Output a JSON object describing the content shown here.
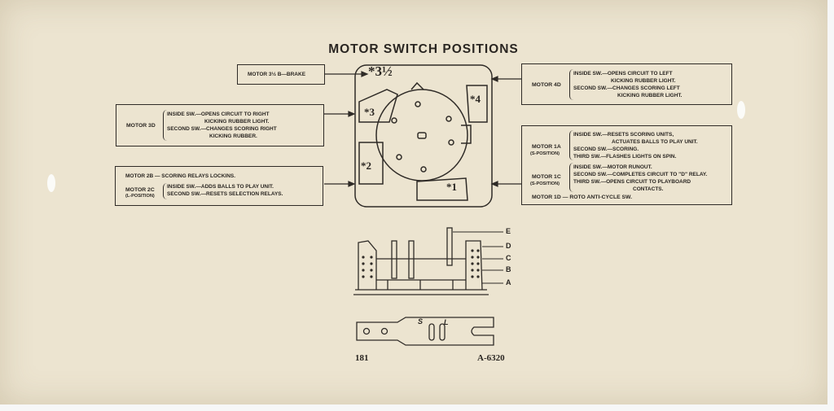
{
  "title": "MOTOR SWITCH POSITIONS",
  "positions": {
    "p35": "*3½",
    "p4": "*4",
    "p3": "*3",
    "p2": "*2",
    "p1": "*1"
  },
  "boxes": {
    "brake": "MOTOR 3½ B—BRAKE",
    "m3d": {
      "label": "MOTOR 3D",
      "lines": [
        "INSIDE SW.—OPENS CIRCUIT TO RIGHT",
        "KICKING RUBBER LIGHT.",
        "SECOND SW.—CHANGES SCORING RIGHT",
        "KICKING RUBBER."
      ]
    },
    "m2": {
      "b_line": "MOTOR 2B — SCORING RELAYS LOCKINS.",
      "c_label": "MOTOR 2C",
      "c_sub": "(L-POSITION)",
      "c_lines": [
        "INSIDE SW.—ADDS BALLS TO PLAY UNIT.",
        "SECOND SW.—RESETS SELECTION RELAYS."
      ]
    },
    "m4d": {
      "label": "MOTOR 4D",
      "lines": [
        "INSIDE SW.—OPENS CIRCUIT TO LEFT",
        "KICKING RUBBER LIGHT.",
        "SECOND SW.—CHANGES SCORING LEFT",
        "KICKING RUBBER LIGHT."
      ]
    },
    "m1": {
      "a_label": "MOTOR 1A",
      "a_sub": "(S-POSITION)",
      "a_lines": [
        "INSIDE SW.—RESETS SCORING UNITS,",
        "ACTUATES BALLS TO PLAY UNIT.",
        "SECOND SW.—SCORING.",
        "THIRD SW.—FLASHES LIGHTS ON SPIN."
      ],
      "c_label": "MOTOR 1C",
      "c_sub": "(S-POSITION)",
      "c_lines": [
        "INSIDE SW.—MOTOR RUNOUT.",
        "SECOND SW.—COMPLETES CIRCUIT TO \"D\" RELAY.",
        "THIRD SW.—OPENS CIRCUIT TO PLAYBOARD",
        "CONTACTS."
      ],
      "d_line": "MOTOR 1D — ROTO ANTI-CYCLE SW."
    }
  },
  "side_letters": [
    "E",
    "D",
    "C",
    "B",
    "A"
  ],
  "tool_letters": {
    "s": "S",
    "l": "L"
  },
  "footer": {
    "page": "181",
    "code": "A-6320"
  }
}
